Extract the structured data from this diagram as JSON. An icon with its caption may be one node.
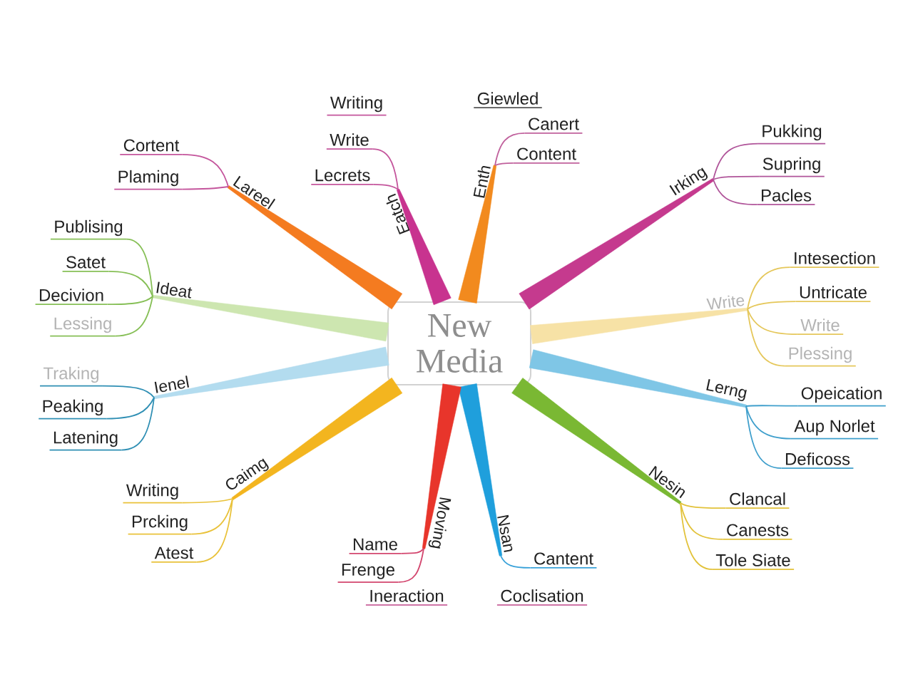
{
  "diagram": {
    "nodes": [
      {
        "text": [
          "New Media"
        ]
      },
      {
        "text": [
          "Lareel"
        ]
      },
      {
        "text": [
          "Cortent"
        ]
      },
      {
        "text": [
          "Plaming"
        ]
      },
      {
        "text": [
          "Eatch"
        ]
      },
      {
        "text": [
          "Write"
        ]
      },
      {
        "text": [
          "Lecrets"
        ]
      },
      {
        "text": [
          "Enth"
        ]
      },
      {
        "text": [
          "Canert"
        ]
      },
      {
        "text": [
          "Content"
        ]
      },
      {
        "text": [
          "Irking"
        ]
      },
      {
        "text": [
          "Pukking"
        ]
      },
      {
        "text": [
          "Supring"
        ]
      },
      {
        "text": [
          "Pacles"
        ]
      },
      {
        "text": [
          "Write"
        ]
      },
      {
        "text": [
          "Intesection"
        ]
      },
      {
        "text": [
          "Untricate"
        ]
      },
      {
        "text": [
          "Write"
        ]
      },
      {
        "text": [
          "Plessing"
        ]
      },
      {
        "text": [
          "Lerng"
        ]
      },
      {
        "text": [
          "Opeication"
        ]
      },
      {
        "text": [
          "Aup Norlet"
        ]
      },
      {
        "text": [
          "Deficoss"
        ]
      },
      {
        "text": [
          "Nesin"
        ]
      },
      {
        "text": [
          "Clancal"
        ]
      },
      {
        "text": [
          "Canests"
        ]
      },
      {
        "text": [
          "Tole Siate"
        ]
      },
      {
        "text": [
          "Nsan"
        ]
      },
      {
        "text": [
          "Cantent"
        ]
      },
      {
        "text": [
          "Moving"
        ]
      },
      {
        "text": [
          "Name"
        ]
      },
      {
        "text": [
          "Frenge"
        ]
      },
      {
        "text": [
          "Caimg"
        ]
      },
      {
        "text": [
          "Writing"
        ]
      },
      {
        "text": [
          "Prcking"
        ]
      },
      {
        "text": [
          "Atest"
        ]
      },
      {
        "text": [
          "Ienel"
        ]
      },
      {
        "text": [
          "Traking"
        ]
      },
      {
        "text": [
          "Peaking"
        ]
      },
      {
        "text": [
          "Latening"
        ]
      },
      {
        "text": [
          "Ideat"
        ]
      },
      {
        "text": [
          "Publising"
        ]
      },
      {
        "text": [
          "Satet"
        ]
      },
      {
        "text": [
          "Decivion"
        ]
      },
      {
        "text": [
          "Lessing"
        ]
      }
    ],
    "edges": [
      {
        "from": 0,
        "to": 1,
        "arrow": "none",
        "style": "thick",
        "color": "#f47b20"
      },
      {
        "from": 1,
        "to": 2,
        "arrow": "none",
        "color": "#c4559c"
      },
      {
        "from": 1,
        "to": 3,
        "arrow": "none",
        "color": "#c4559c"
      },
      {
        "from": 0,
        "to": 4,
        "arrow": "none",
        "style": "thick",
        "color": "#c8338f"
      },
      {
        "from": 4,
        "to": 5,
        "arrow": "none",
        "color": "#c4559c"
      },
      {
        "from": 4,
        "to": 6,
        "arrow": "none",
        "color": "#c4559c"
      },
      {
        "from": 0,
        "to": 7,
        "arrow": "none",
        "style": "thick",
        "color": "#f28a1e"
      },
      {
        "from": 7,
        "to": 8,
        "arrow": "none",
        "color": "#c0609c"
      },
      {
        "from": 7,
        "to": 9,
        "arrow": "none",
        "color": "#c0609c"
      },
      {
        "from": 0,
        "to": 10,
        "arrow": "none",
        "style": "thick",
        "color": "#c53a8e"
      },
      {
        "from": 10,
        "to": 11,
        "arrow": "none",
        "color": "#b0559a"
      },
      {
        "from": 10,
        "to": 12,
        "arrow": "none",
        "color": "#b0559a"
      },
      {
        "from": 10,
        "to": 13,
        "arrow": "none",
        "color": "#b0559a"
      },
      {
        "from": 0,
        "to": 14,
        "arrow": "none",
        "style": "thick",
        "color": "#f7e2a6"
      },
      {
        "from": 14,
        "to": 15,
        "arrow": "none",
        "color": "#e5c75a"
      },
      {
        "from": 14,
        "to": 16,
        "arrow": "none",
        "color": "#e5c75a"
      },
      {
        "from": 14,
        "to": 17,
        "arrow": "none",
        "color": "#e5c75a"
      },
      {
        "from": 14,
        "to": 18,
        "arrow": "none",
        "color": "#e5c75a"
      },
      {
        "from": 0,
        "to": 19,
        "arrow": "none",
        "style": "thick",
        "color": "#7fc6e6"
      },
      {
        "from": 19,
        "to": 20,
        "arrow": "none",
        "color": "#3f9fcc"
      },
      {
        "from": 19,
        "to": 21,
        "arrow": "none",
        "color": "#3f9fcc"
      },
      {
        "from": 19,
        "to": 22,
        "arrow": "none",
        "color": "#3f9fcc"
      },
      {
        "from": 0,
        "to": 23,
        "arrow": "none",
        "style": "thick",
        "color": "#7ab833"
      },
      {
        "from": 23,
        "to": 24,
        "arrow": "none",
        "color": "#e2c23a"
      },
      {
        "from": 23,
        "to": 25,
        "arrow": "none",
        "color": "#e2c23a"
      },
      {
        "from": 23,
        "to": 26,
        "arrow": "none",
        "color": "#e2c23a"
      },
      {
        "from": 0,
        "to": 27,
        "arrow": "none",
        "style": "thick",
        "color": "#1f9fdc"
      },
      {
        "from": 27,
        "to": 28,
        "arrow": "none",
        "color": "#3aa2d9"
      },
      {
        "from": 0,
        "to": 29,
        "arrow": "none",
        "style": "thick",
        "color": "#e8352b"
      },
      {
        "from": 29,
        "to": 30,
        "arrow": "none",
        "color": "#d3466e"
      },
      {
        "from": 29,
        "to": 31,
        "arrow": "none",
        "color": "#d3466e"
      },
      {
        "from": 0,
        "to": 32,
        "arrow": "none",
        "style": "thick",
        "color": "#f3b51f"
      },
      {
        "from": 32,
        "to": 33,
        "arrow": "none",
        "color": "#e9c23a"
      },
      {
        "from": 32,
        "to": 34,
        "arrow": "none",
        "color": "#e9c23a"
      },
      {
        "from": 32,
        "to": 35,
        "arrow": "none",
        "color": "#e9c23a"
      },
      {
        "from": 0,
        "to": 36,
        "arrow": "none",
        "style": "thick",
        "color": "#b3dcef"
      },
      {
        "from": 36,
        "to": 37,
        "arrow": "none",
        "color": "#2f8fb4"
      },
      {
        "from": 36,
        "to": 38,
        "arrow": "none",
        "color": "#2f8fb4"
      },
      {
        "from": 36,
        "to": 39,
        "arrow": "none",
        "color": "#2f8fb4"
      },
      {
        "from": 0,
        "to": 40,
        "arrow": "none",
        "style": "thick",
        "color": "#cde6b0"
      },
      {
        "from": 40,
        "to": 41,
        "arrow": "none",
        "color": "#86bf56"
      },
      {
        "from": 40,
        "to": 42,
        "arrow": "none",
        "color": "#86bf56"
      },
      {
        "from": 40,
        "to": 43,
        "arrow": "none",
        "color": "#86bf56"
      },
      {
        "from": 40,
        "to": 44,
        "arrow": "none",
        "color": "#86bf56"
      }
    ],
    "labels": [
      "Writing",
      "Giewled",
      "Ineraction",
      "Coclisation"
    ]
  }
}
